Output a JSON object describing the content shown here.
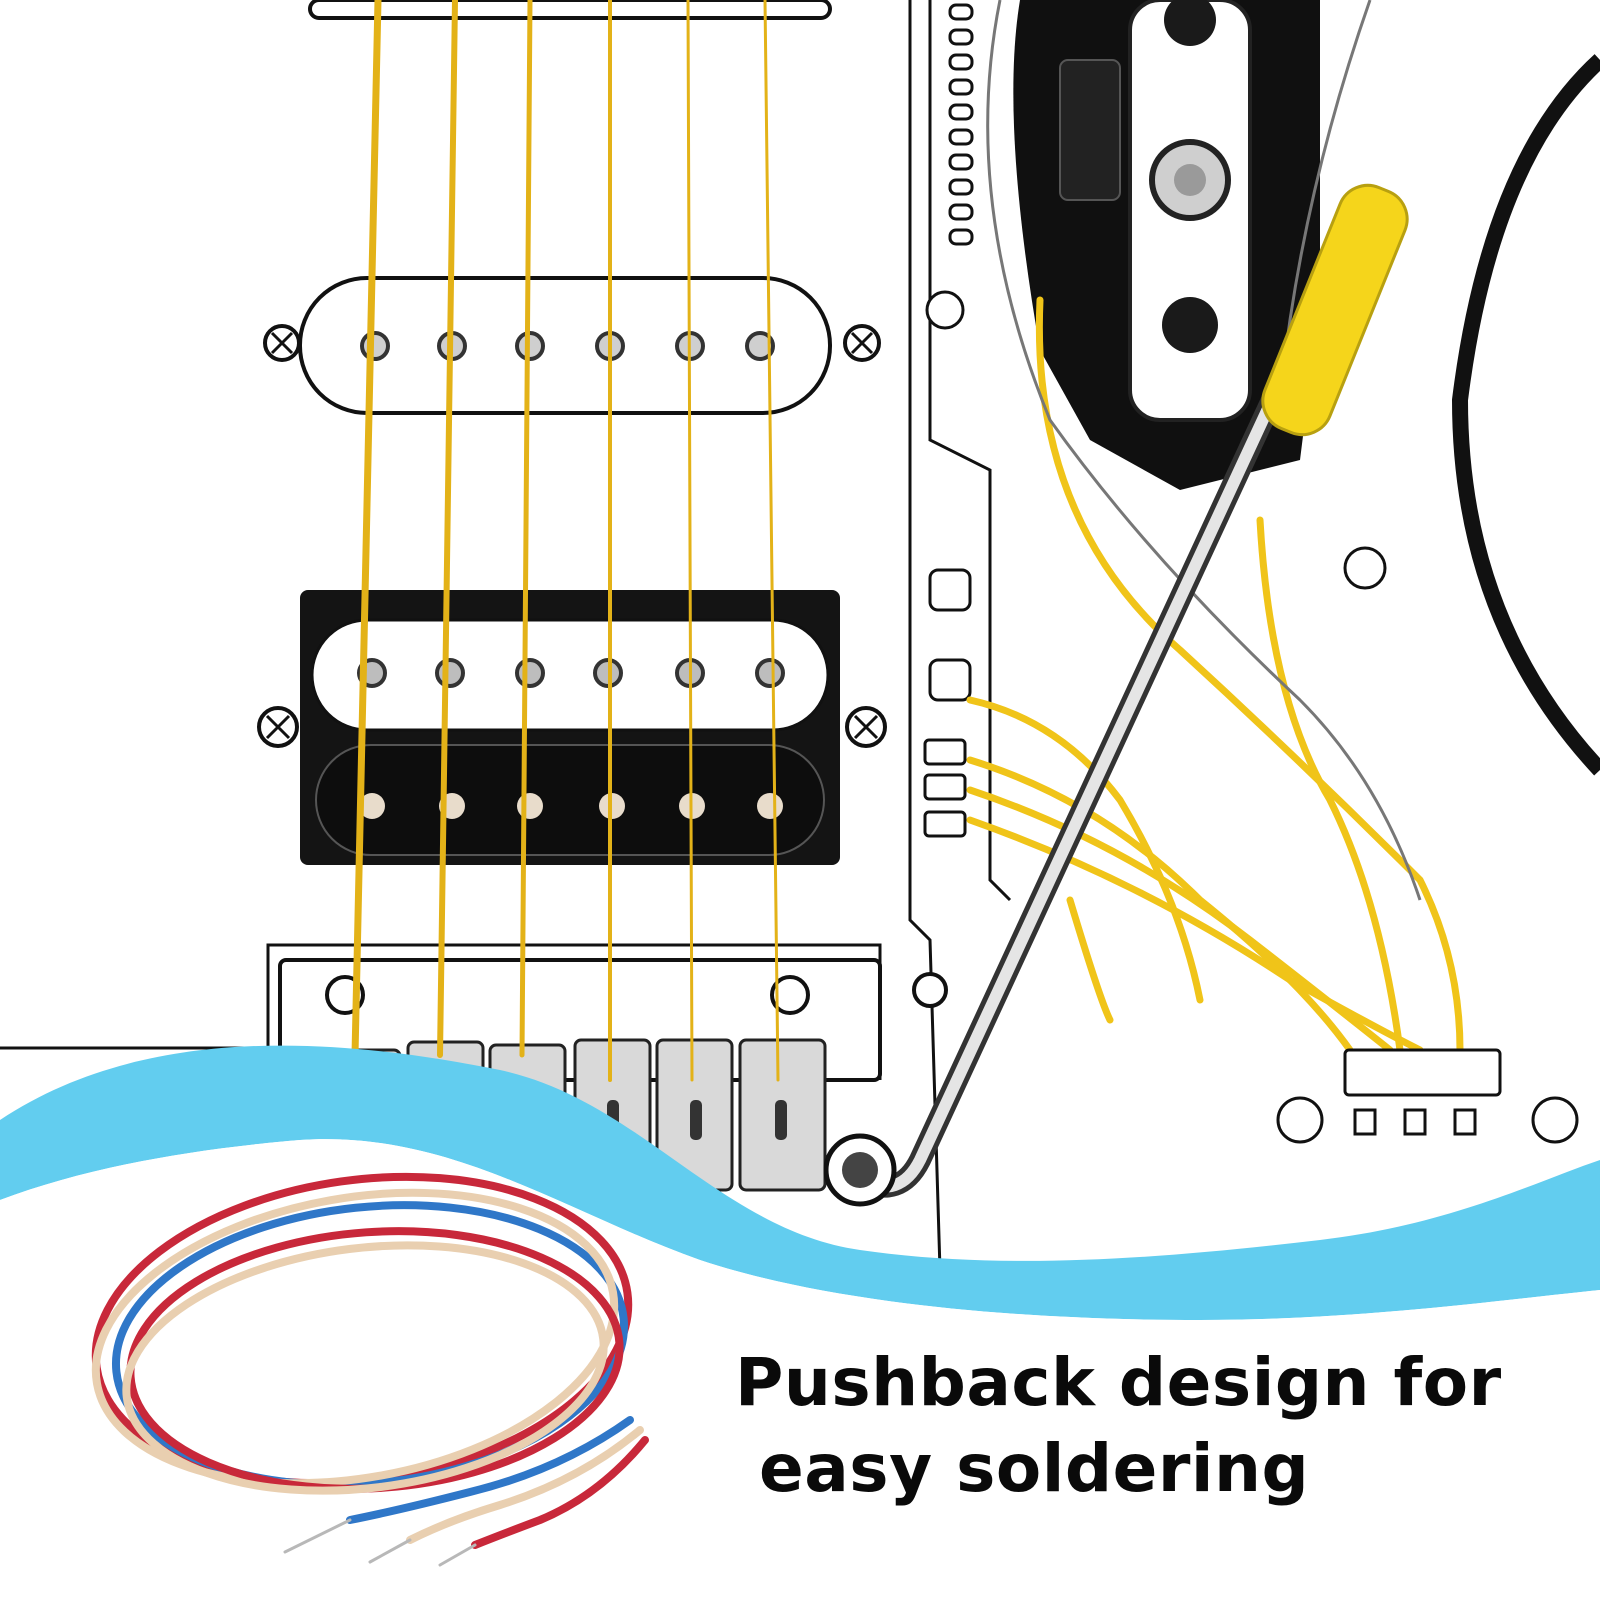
{
  "caption": {
    "line1": "Pushback design for",
    "line2": "easy soldering"
  },
  "colors": {
    "wave": "#62cdef",
    "string": "#e3b218",
    "wire_red": "#c8283a",
    "wire_blue": "#2f77c8",
    "wire_cream": "#e9cfb0",
    "pickup_black": "#141414",
    "caption_text": "#0a0a0a"
  },
  "scene": {
    "subject": "electric guitar wiring diagram",
    "wire_colors": [
      "red",
      "blue",
      "cream"
    ]
  }
}
